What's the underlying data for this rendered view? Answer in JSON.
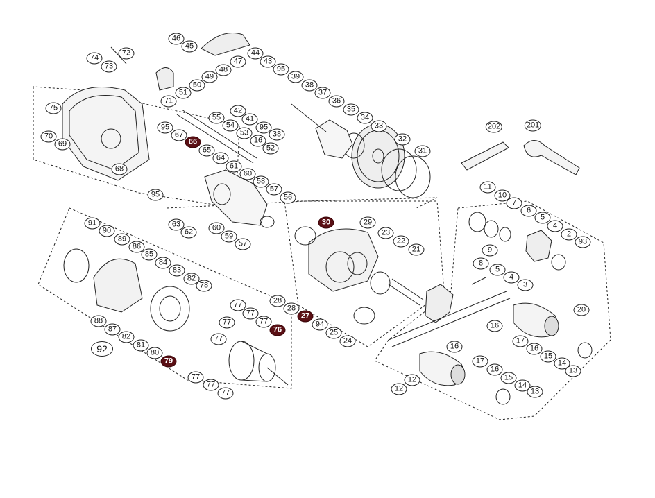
{
  "diagram": {
    "callouts": [
      "46",
      "45",
      "72",
      "74",
      "73",
      "44",
      "47",
      "48",
      "43",
      "49",
      "95",
      "50",
      "39",
      "51",
      "38",
      "37",
      "75",
      "71",
      "42",
      "41",
      "95",
      "36",
      "35",
      "34",
      "33",
      "55",
      "54",
      "53",
      "38",
      "95",
      "67",
      "66",
      "16",
      "52",
      "32",
      "31",
      "202",
      "201",
      "70",
      "69",
      "65",
      "64",
      "61",
      "68",
      "60",
      "58",
      "57",
      "56",
      "95",
      "11",
      "10",
      "7",
      "6",
      "5",
      "4",
      "2",
      "93",
      "9",
      "8",
      "5",
      "4",
      "3",
      "63",
      "62",
      "60",
      "59",
      "57",
      "91",
      "90",
      "89",
      "86",
      "85",
      "84",
      "83",
      "82",
      "78",
      "30",
      "29",
      "23",
      "22",
      "21",
      "28",
      "28",
      "27",
      "94",
      "25",
      "24",
      "88",
      "87",
      "82",
      "81",
      "80",
      "79",
      "92",
      "77",
      "77",
      "77",
      "77",
      "76",
      "77",
      "77",
      "77",
      "77",
      "16",
      "20",
      "17",
      "16",
      "15",
      "14",
      "13",
      "16",
      "17",
      "16",
      "15",
      "14",
      "13",
      "12",
      "12"
    ],
    "highlighted": [
      "66",
      "30",
      "27",
      "76",
      "79"
    ],
    "assembly_labels": [
      "92",
      "20"
    ],
    "colors": {
      "highlight": "#5a0f14",
      "line": "#222222"
    }
  }
}
